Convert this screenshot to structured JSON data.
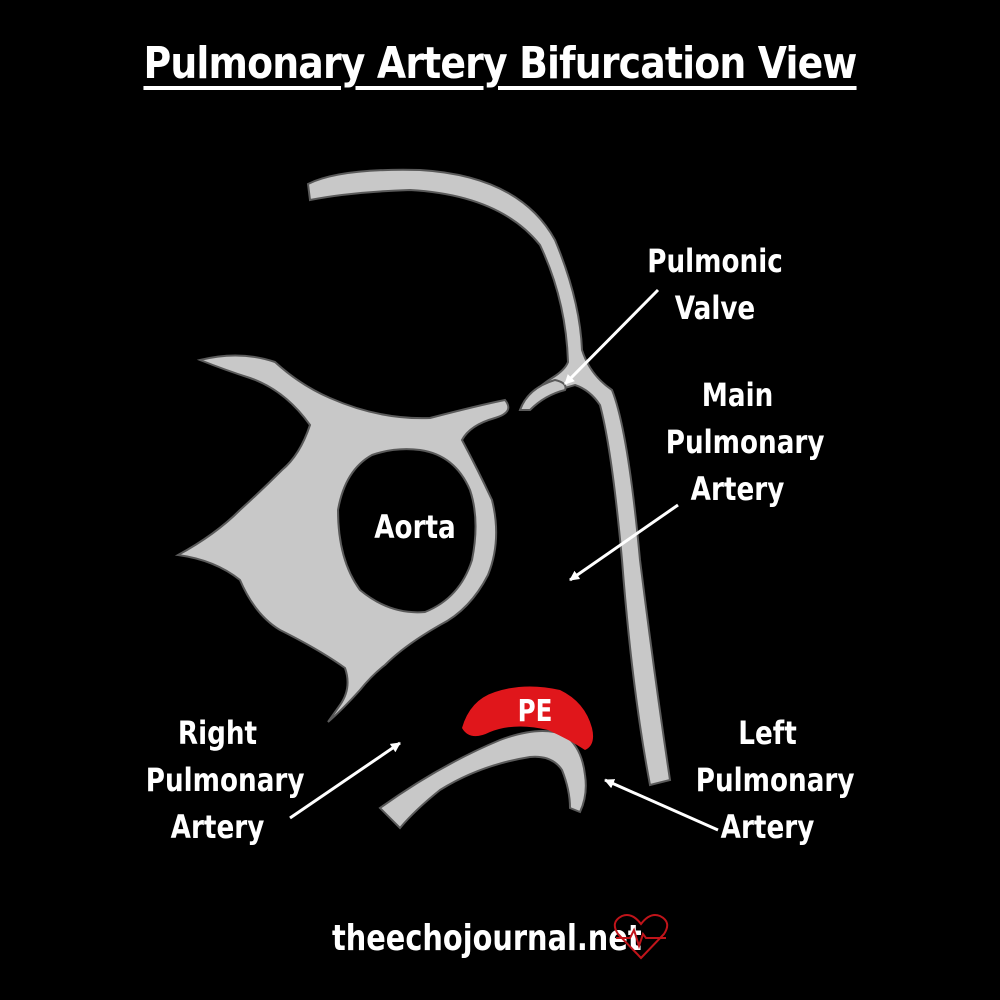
{
  "title": "Pulmonary Artery Bifurcation View",
  "labels": {
    "pulmonic_valve": [
      "Pulmonic",
      "Valve"
    ],
    "main_pa": [
      "Main",
      "Pulmonary",
      "Artery"
    ],
    "aorta": "Aorta",
    "pe": "PE",
    "rpa": [
      "Right",
      "Pulmonary",
      "Artery"
    ],
    "lpa": [
      "Left",
      "Pulmonary",
      "Artery"
    ]
  },
  "footer": {
    "site": "theechojournal.net",
    "logo_icon": "heart-ecg-icon"
  },
  "colors": {
    "background": "#000000",
    "vessel_wall": "#c8c8c8",
    "vessel_outline": "#5a5a5a",
    "clot": "#e0161b",
    "text": "#ffffff",
    "logo": "#c0141a"
  }
}
